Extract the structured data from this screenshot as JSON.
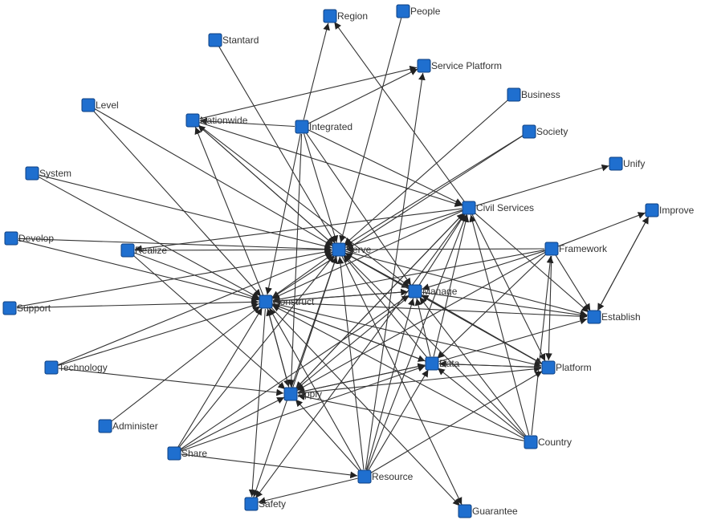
{
  "diagram": {
    "type": "directed-network",
    "colors": {
      "node_fill": "#1f6fcf",
      "node_border": "#0d3f80",
      "edge": "#333333",
      "label": "#333333",
      "background": "#ffffff"
    },
    "nodes": [
      {
        "id": "region",
        "label": "Region"
      },
      {
        "id": "people",
        "label": "People"
      },
      {
        "id": "standard",
        "label": "Stantard"
      },
      {
        "id": "service_platform",
        "label": "Service Platform"
      },
      {
        "id": "level",
        "label": "Level"
      },
      {
        "id": "business",
        "label": "Business"
      },
      {
        "id": "nationwide",
        "label": "Nationwide"
      },
      {
        "id": "integrated",
        "label": "Integrated"
      },
      {
        "id": "society",
        "label": "Society"
      },
      {
        "id": "system",
        "label": "System"
      },
      {
        "id": "unify",
        "label": "Unify"
      },
      {
        "id": "civil_services",
        "label": "Civil Services"
      },
      {
        "id": "improve",
        "label": "Improve"
      },
      {
        "id": "develop",
        "label": "Develop"
      },
      {
        "id": "realize",
        "label": "Realize"
      },
      {
        "id": "serve",
        "label": "Serve"
      },
      {
        "id": "framework",
        "label": "Framework"
      },
      {
        "id": "manage",
        "label": "Manage"
      },
      {
        "id": "support",
        "label": "Support"
      },
      {
        "id": "construct",
        "label": "Construct"
      },
      {
        "id": "establish",
        "label": "Establish"
      },
      {
        "id": "technology",
        "label": "Technology"
      },
      {
        "id": "data",
        "label": "Data"
      },
      {
        "id": "platform",
        "label": "Platform"
      },
      {
        "id": "apply",
        "label": "Apply"
      },
      {
        "id": "administer",
        "label": "Administer"
      },
      {
        "id": "country",
        "label": "Country"
      },
      {
        "id": "share",
        "label": "Share"
      },
      {
        "id": "resource",
        "label": "Resource"
      },
      {
        "id": "safety",
        "label": "Safety"
      },
      {
        "id": "guarantee",
        "label": "Guarantee"
      }
    ],
    "edges": [
      [
        "standard",
        "serve"
      ],
      [
        "level",
        "serve"
      ],
      [
        "level",
        "construct"
      ],
      [
        "system",
        "serve"
      ],
      [
        "system",
        "construct"
      ],
      [
        "develop",
        "serve"
      ],
      [
        "develop",
        "construct"
      ],
      [
        "support",
        "serve"
      ],
      [
        "support",
        "construct"
      ],
      [
        "technology",
        "serve"
      ],
      [
        "technology",
        "construct"
      ],
      [
        "technology",
        "apply"
      ],
      [
        "administer",
        "construct"
      ],
      [
        "nationwide",
        "service_platform"
      ],
      [
        "nationwide",
        "serve"
      ],
      [
        "nationwide",
        "manage"
      ],
      [
        "nationwide",
        "civil_services"
      ],
      [
        "integrated",
        "region"
      ],
      [
        "integrated",
        "service_platform"
      ],
      [
        "integrated",
        "serve"
      ],
      [
        "integrated",
        "construct"
      ],
      [
        "integrated",
        "manage"
      ],
      [
        "integrated",
        "civil_services"
      ],
      [
        "integrated",
        "apply"
      ],
      [
        "integrated",
        "nationwide"
      ],
      [
        "people",
        "serve"
      ],
      [
        "business",
        "serve"
      ],
      [
        "society",
        "serve"
      ],
      [
        "society",
        "construct"
      ],
      [
        "civil_services",
        "region"
      ],
      [
        "civil_services",
        "unify"
      ],
      [
        "civil_services",
        "serve"
      ],
      [
        "civil_services",
        "construct"
      ],
      [
        "civil_services",
        "realize"
      ],
      [
        "civil_services",
        "apply"
      ],
      [
        "civil_services",
        "platform"
      ],
      [
        "civil_services",
        "establish"
      ],
      [
        "civil_services",
        "safety"
      ],
      [
        "framework",
        "improve"
      ],
      [
        "framework",
        "serve"
      ],
      [
        "framework",
        "manage"
      ],
      [
        "framework",
        "construct"
      ],
      [
        "framework",
        "apply"
      ],
      [
        "framework",
        "platform"
      ],
      [
        "framework",
        "establish"
      ],
      [
        "framework",
        "data"
      ],
      [
        "improve",
        "establish"
      ],
      [
        "establish",
        "improve"
      ],
      [
        "realize",
        "serve"
      ],
      [
        "realize",
        "apply"
      ],
      [
        "realize",
        "construct"
      ],
      [
        "serve",
        "establish"
      ],
      [
        "serve",
        "platform"
      ],
      [
        "serve",
        "safety"
      ],
      [
        "serve",
        "guarantee"
      ],
      [
        "serve",
        "manage"
      ],
      [
        "serve",
        "nationwide"
      ],
      [
        "manage",
        "serve"
      ],
      [
        "manage",
        "establish"
      ],
      [
        "manage",
        "platform"
      ],
      [
        "manage",
        "construct"
      ],
      [
        "manage",
        "apply"
      ],
      [
        "manage",
        "civil_services"
      ],
      [
        "construct",
        "serve"
      ],
      [
        "construct",
        "nationwide"
      ],
      [
        "construct",
        "safety"
      ],
      [
        "construct",
        "apply"
      ],
      [
        "construct",
        "data"
      ],
      [
        "construct",
        "manage"
      ],
      [
        "construct",
        "establish"
      ],
      [
        "construct",
        "platform"
      ],
      [
        "construct",
        "guarantee"
      ],
      [
        "data",
        "serve"
      ],
      [
        "data",
        "establish"
      ],
      [
        "data",
        "platform"
      ],
      [
        "data",
        "manage"
      ],
      [
        "data",
        "civil_services"
      ],
      [
        "data",
        "construct"
      ],
      [
        "data",
        "apply"
      ],
      [
        "apply",
        "serve"
      ],
      [
        "apply",
        "construct"
      ],
      [
        "apply",
        "civil_services"
      ],
      [
        "apply",
        "platform"
      ],
      [
        "apply",
        "data"
      ],
      [
        "platform",
        "serve"
      ],
      [
        "platform",
        "manage"
      ],
      [
        "platform",
        "data"
      ],
      [
        "country",
        "serve"
      ],
      [
        "country",
        "construct"
      ],
      [
        "country",
        "manage"
      ],
      [
        "country",
        "civil_services"
      ],
      [
        "country",
        "framework"
      ],
      [
        "country",
        "data"
      ],
      [
        "country",
        "apply"
      ],
      [
        "share",
        "construct"
      ],
      [
        "share",
        "serve"
      ],
      [
        "share",
        "manage"
      ],
      [
        "share",
        "resource"
      ],
      [
        "share",
        "apply"
      ],
      [
        "share",
        "data"
      ],
      [
        "resource",
        "serve"
      ],
      [
        "resource",
        "construct"
      ],
      [
        "resource",
        "apply"
      ],
      [
        "resource",
        "manage"
      ],
      [
        "resource",
        "data"
      ],
      [
        "resource",
        "civil_services"
      ],
      [
        "resource",
        "platform"
      ],
      [
        "resource",
        "service_platform"
      ],
      [
        "resource",
        "safety"
      ]
    ]
  }
}
